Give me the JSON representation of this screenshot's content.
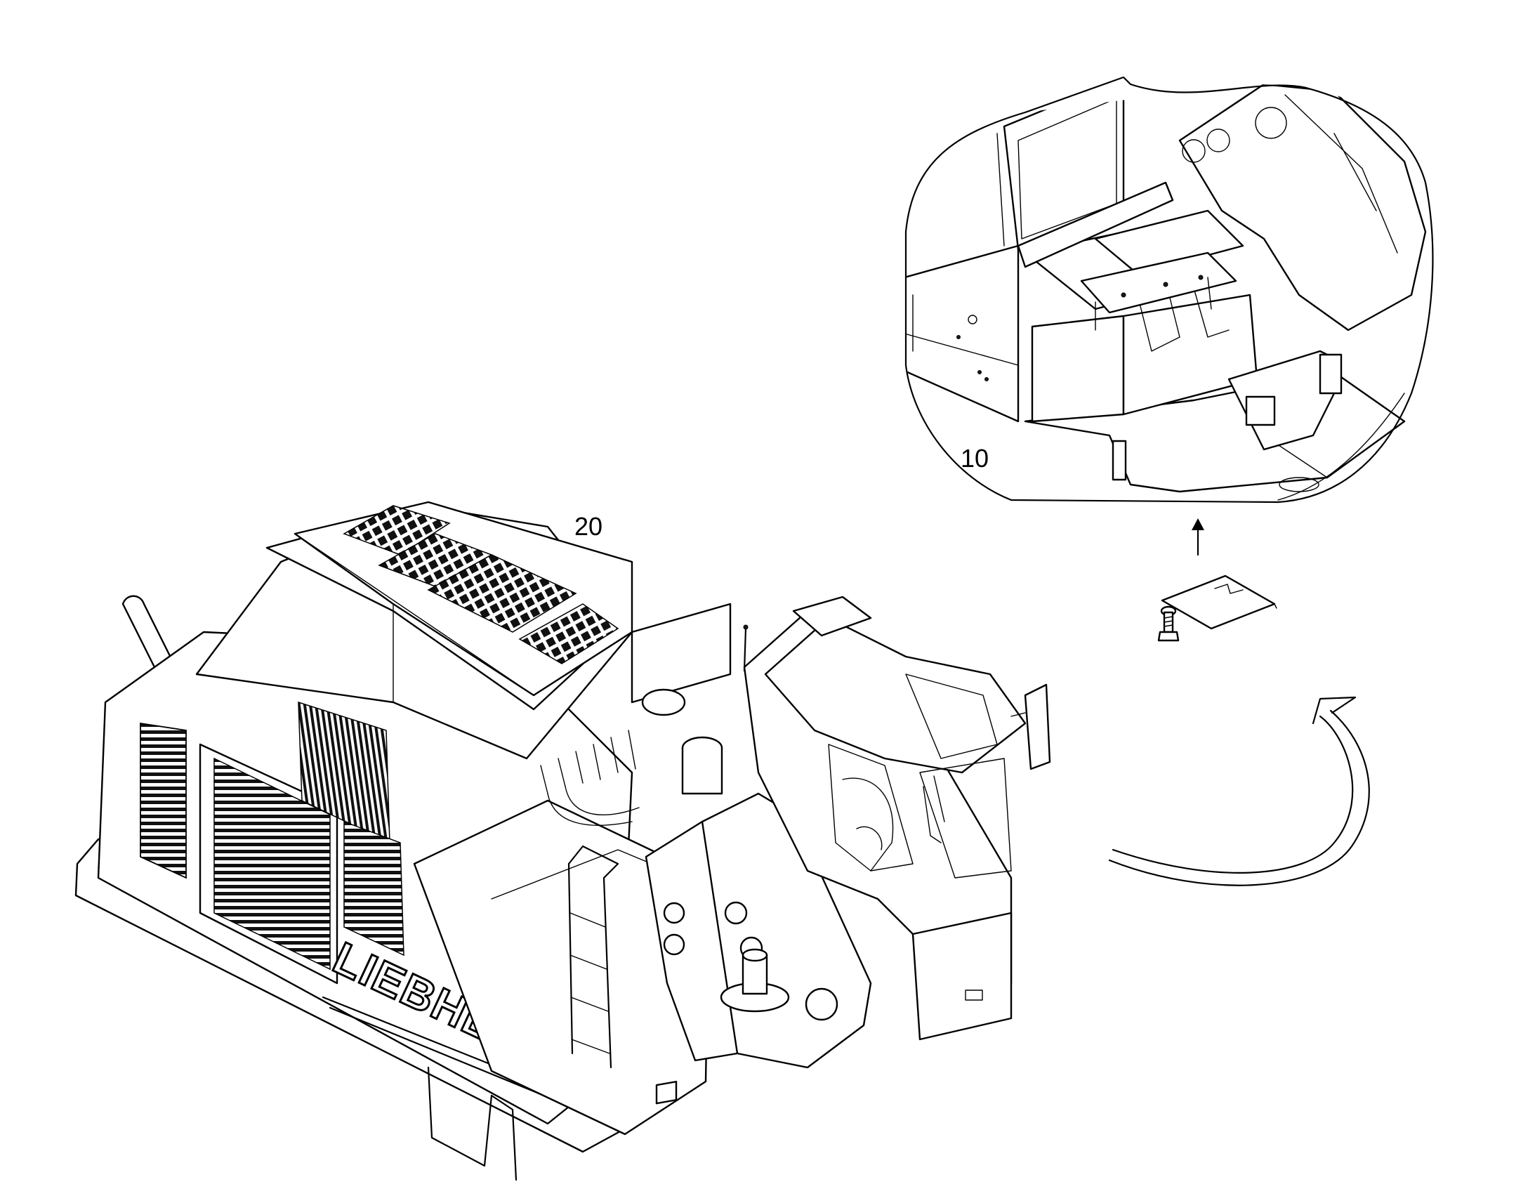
{
  "callouts": {
    "detail_label": "10",
    "machine_label": "20"
  },
  "brand": {
    "lettering": "LIEBHERR"
  },
  "colors": {
    "ink": "#000000",
    "paper": "#ffffff"
  }
}
